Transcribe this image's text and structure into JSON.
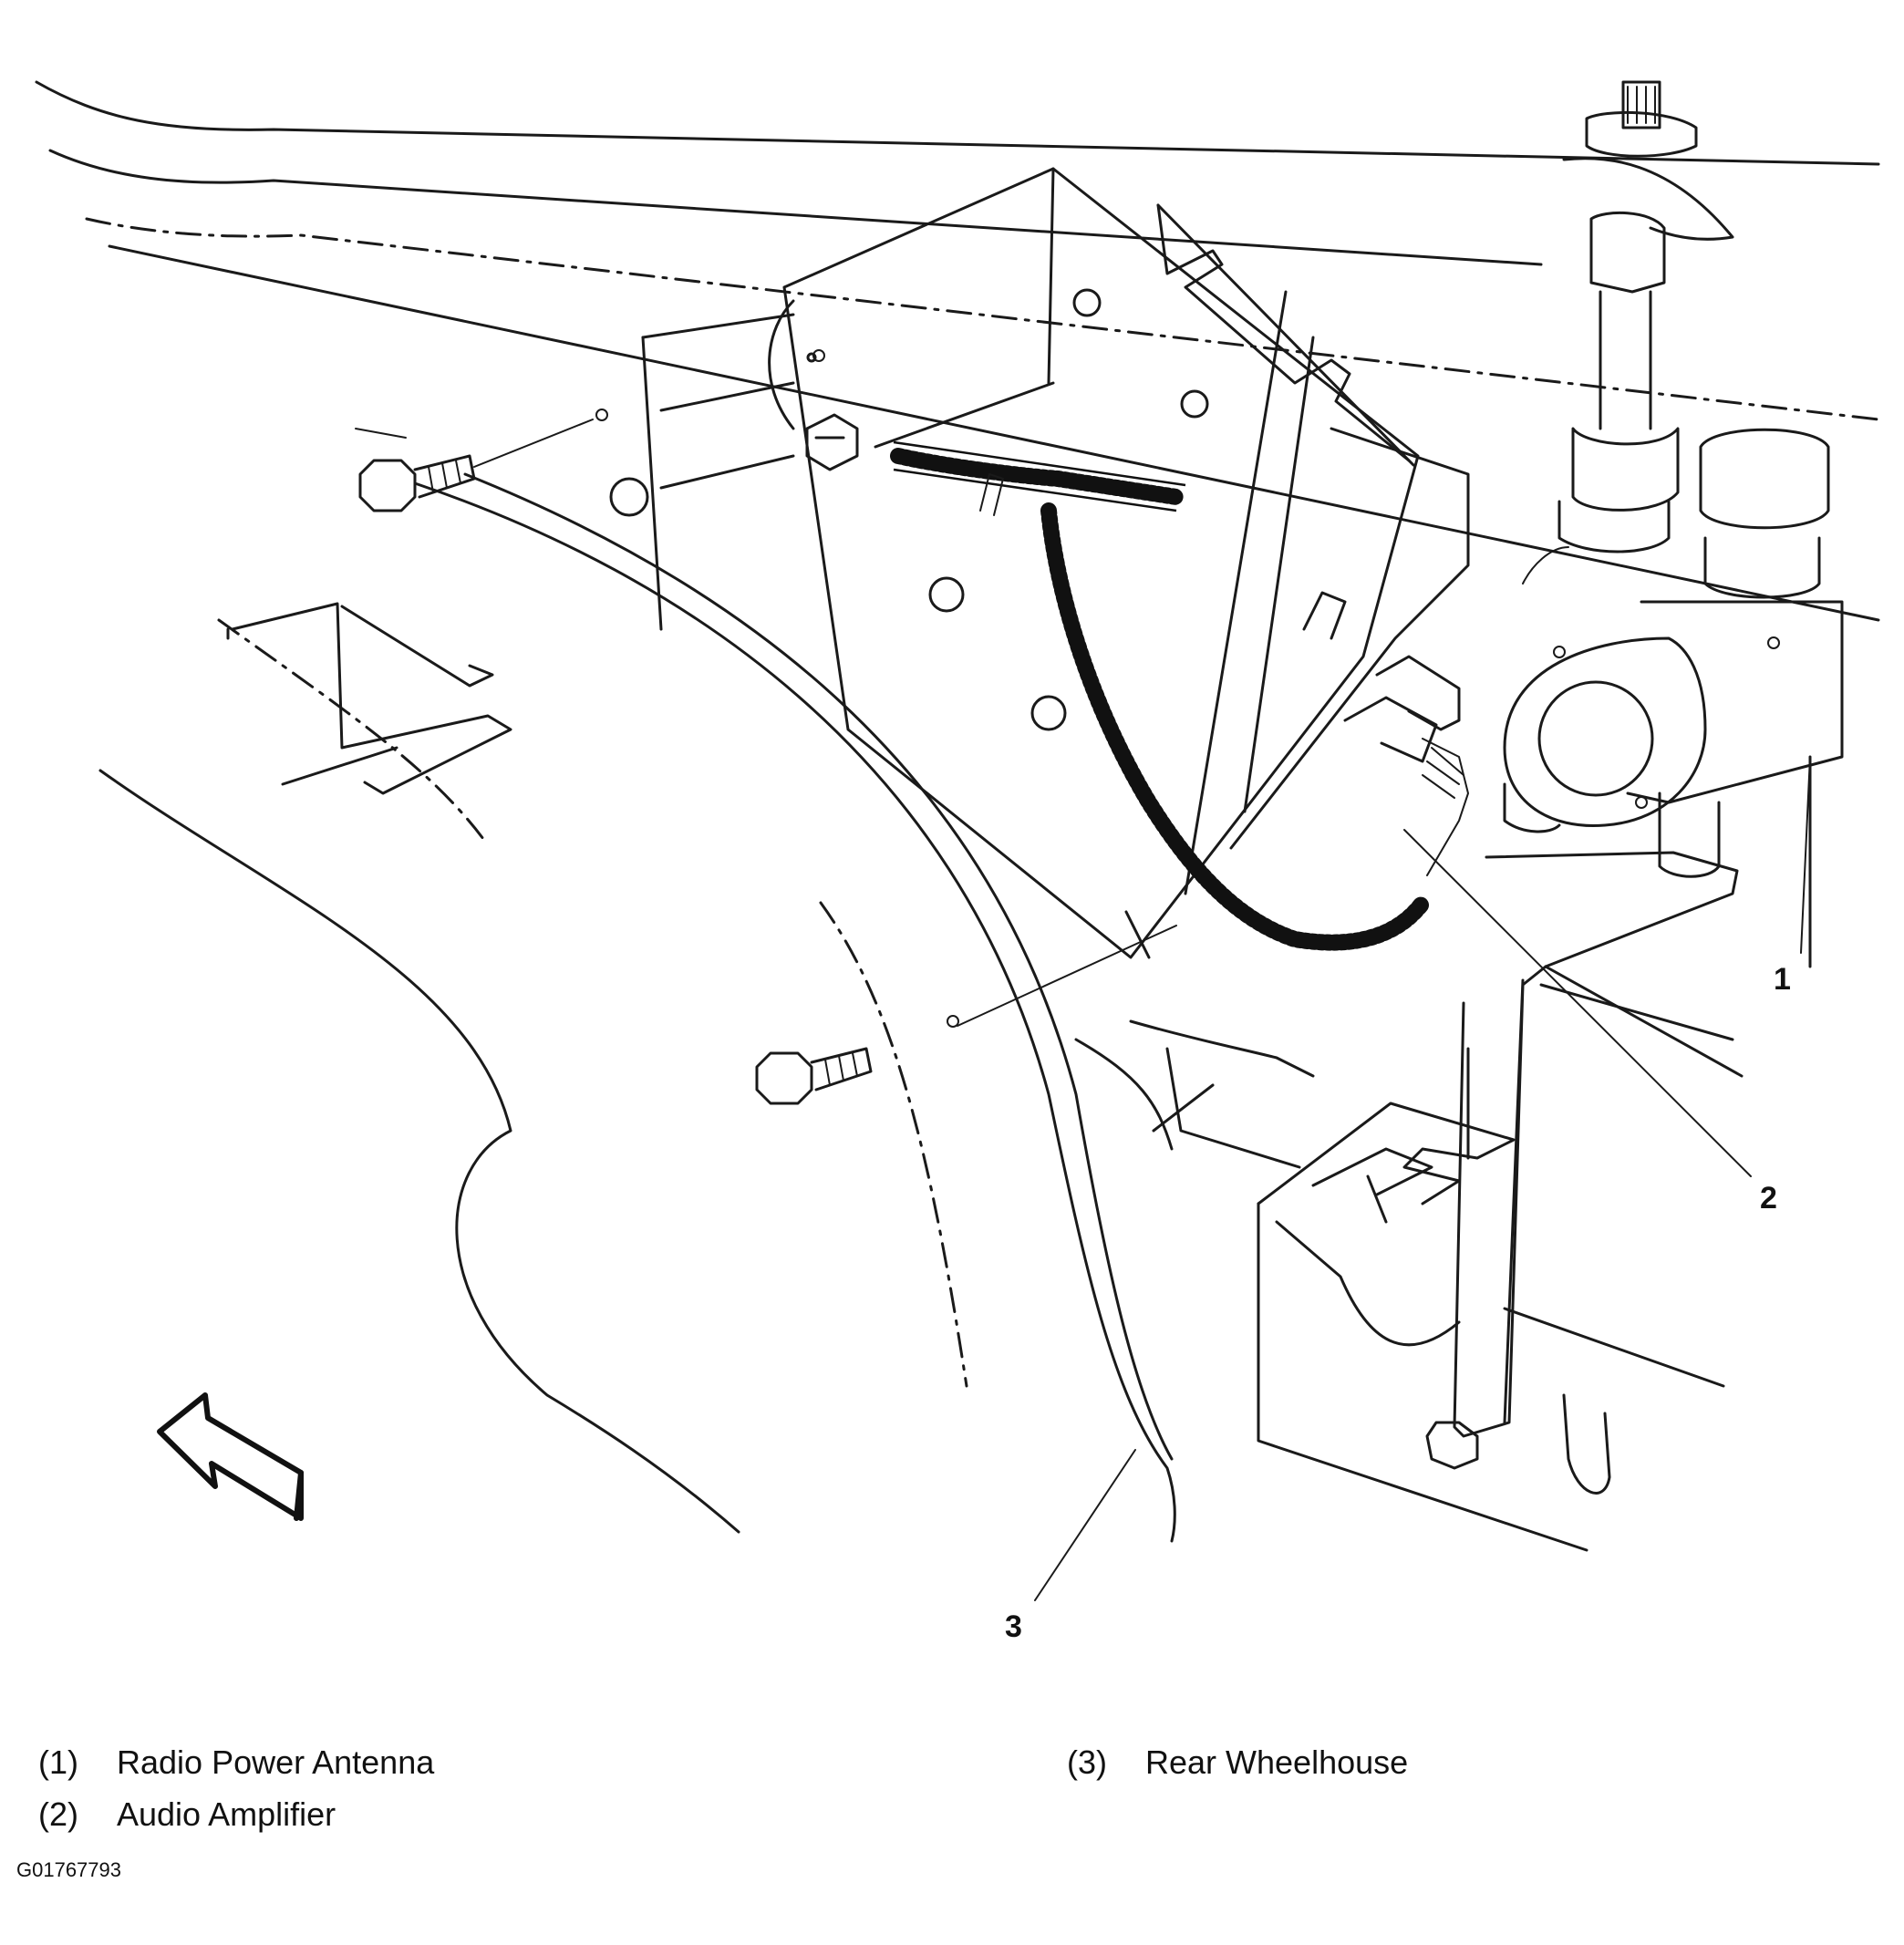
{
  "callouts": [
    "1",
    "2",
    "3"
  ],
  "legend": [
    {
      "num": "(1)",
      "label": "Radio Power Antenna"
    },
    {
      "num": "(2)",
      "label": "Audio Amplifier"
    },
    {
      "num": "(3)",
      "label": "Rear Wheelhouse"
    }
  ],
  "figure_code": "G01767793"
}
